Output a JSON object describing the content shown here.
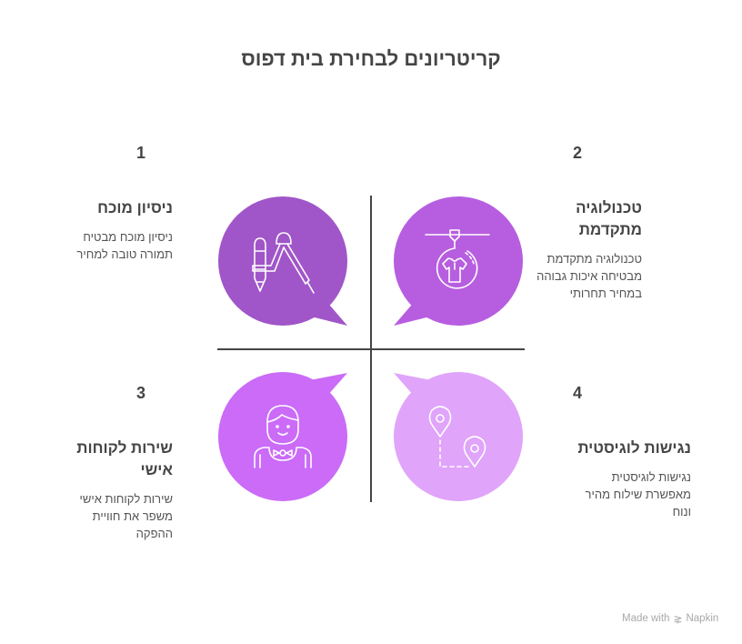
{
  "title": "קריטריונים לבחירת בית דפוס",
  "colors": {
    "quadrant_1": "#A056C8",
    "quadrant_2": "#B75EE0",
    "quadrant_3": "#CB6BF8",
    "quadrant_4": "#E0A4FA",
    "axis": "#454545"
  },
  "quadrants": [
    {
      "number": "1",
      "heading": "ניסיון מוכח",
      "description_lines": [
        "ניסיון מוכח מבטיח",
        "תמורה טובה למחיר"
      ],
      "icon": "drafting-compass-pencil-icon"
    },
    {
      "number": "2",
      "heading_lines": [
        "טכנולוגיה",
        "מתקדמת"
      ],
      "description_lines": [
        "טכנולוגיה מתקדמת",
        "מבטיחה איכות גבוהה",
        "במחיר תחרותי"
      ],
      "icon": "3d-printer-shirt-icon"
    },
    {
      "number": "3",
      "heading_lines": [
        "שירות לקוחות",
        "אישי"
      ],
      "description_lines": [
        "שירות לקוחות אישי",
        "משפר את חוויית",
        "ההפקה"
      ],
      "icon": "waiter-person-icon"
    },
    {
      "number": "4",
      "heading": "נגישות לוגיסטית",
      "description_lines": [
        "נגישות לוגיסטית",
        "מאפשרת שילוח מהיר",
        "ונוח"
      ],
      "icon": "route-map-pins-icon"
    }
  ],
  "footer": {
    "made_with": "Made with",
    "brand": "Napkin"
  }
}
